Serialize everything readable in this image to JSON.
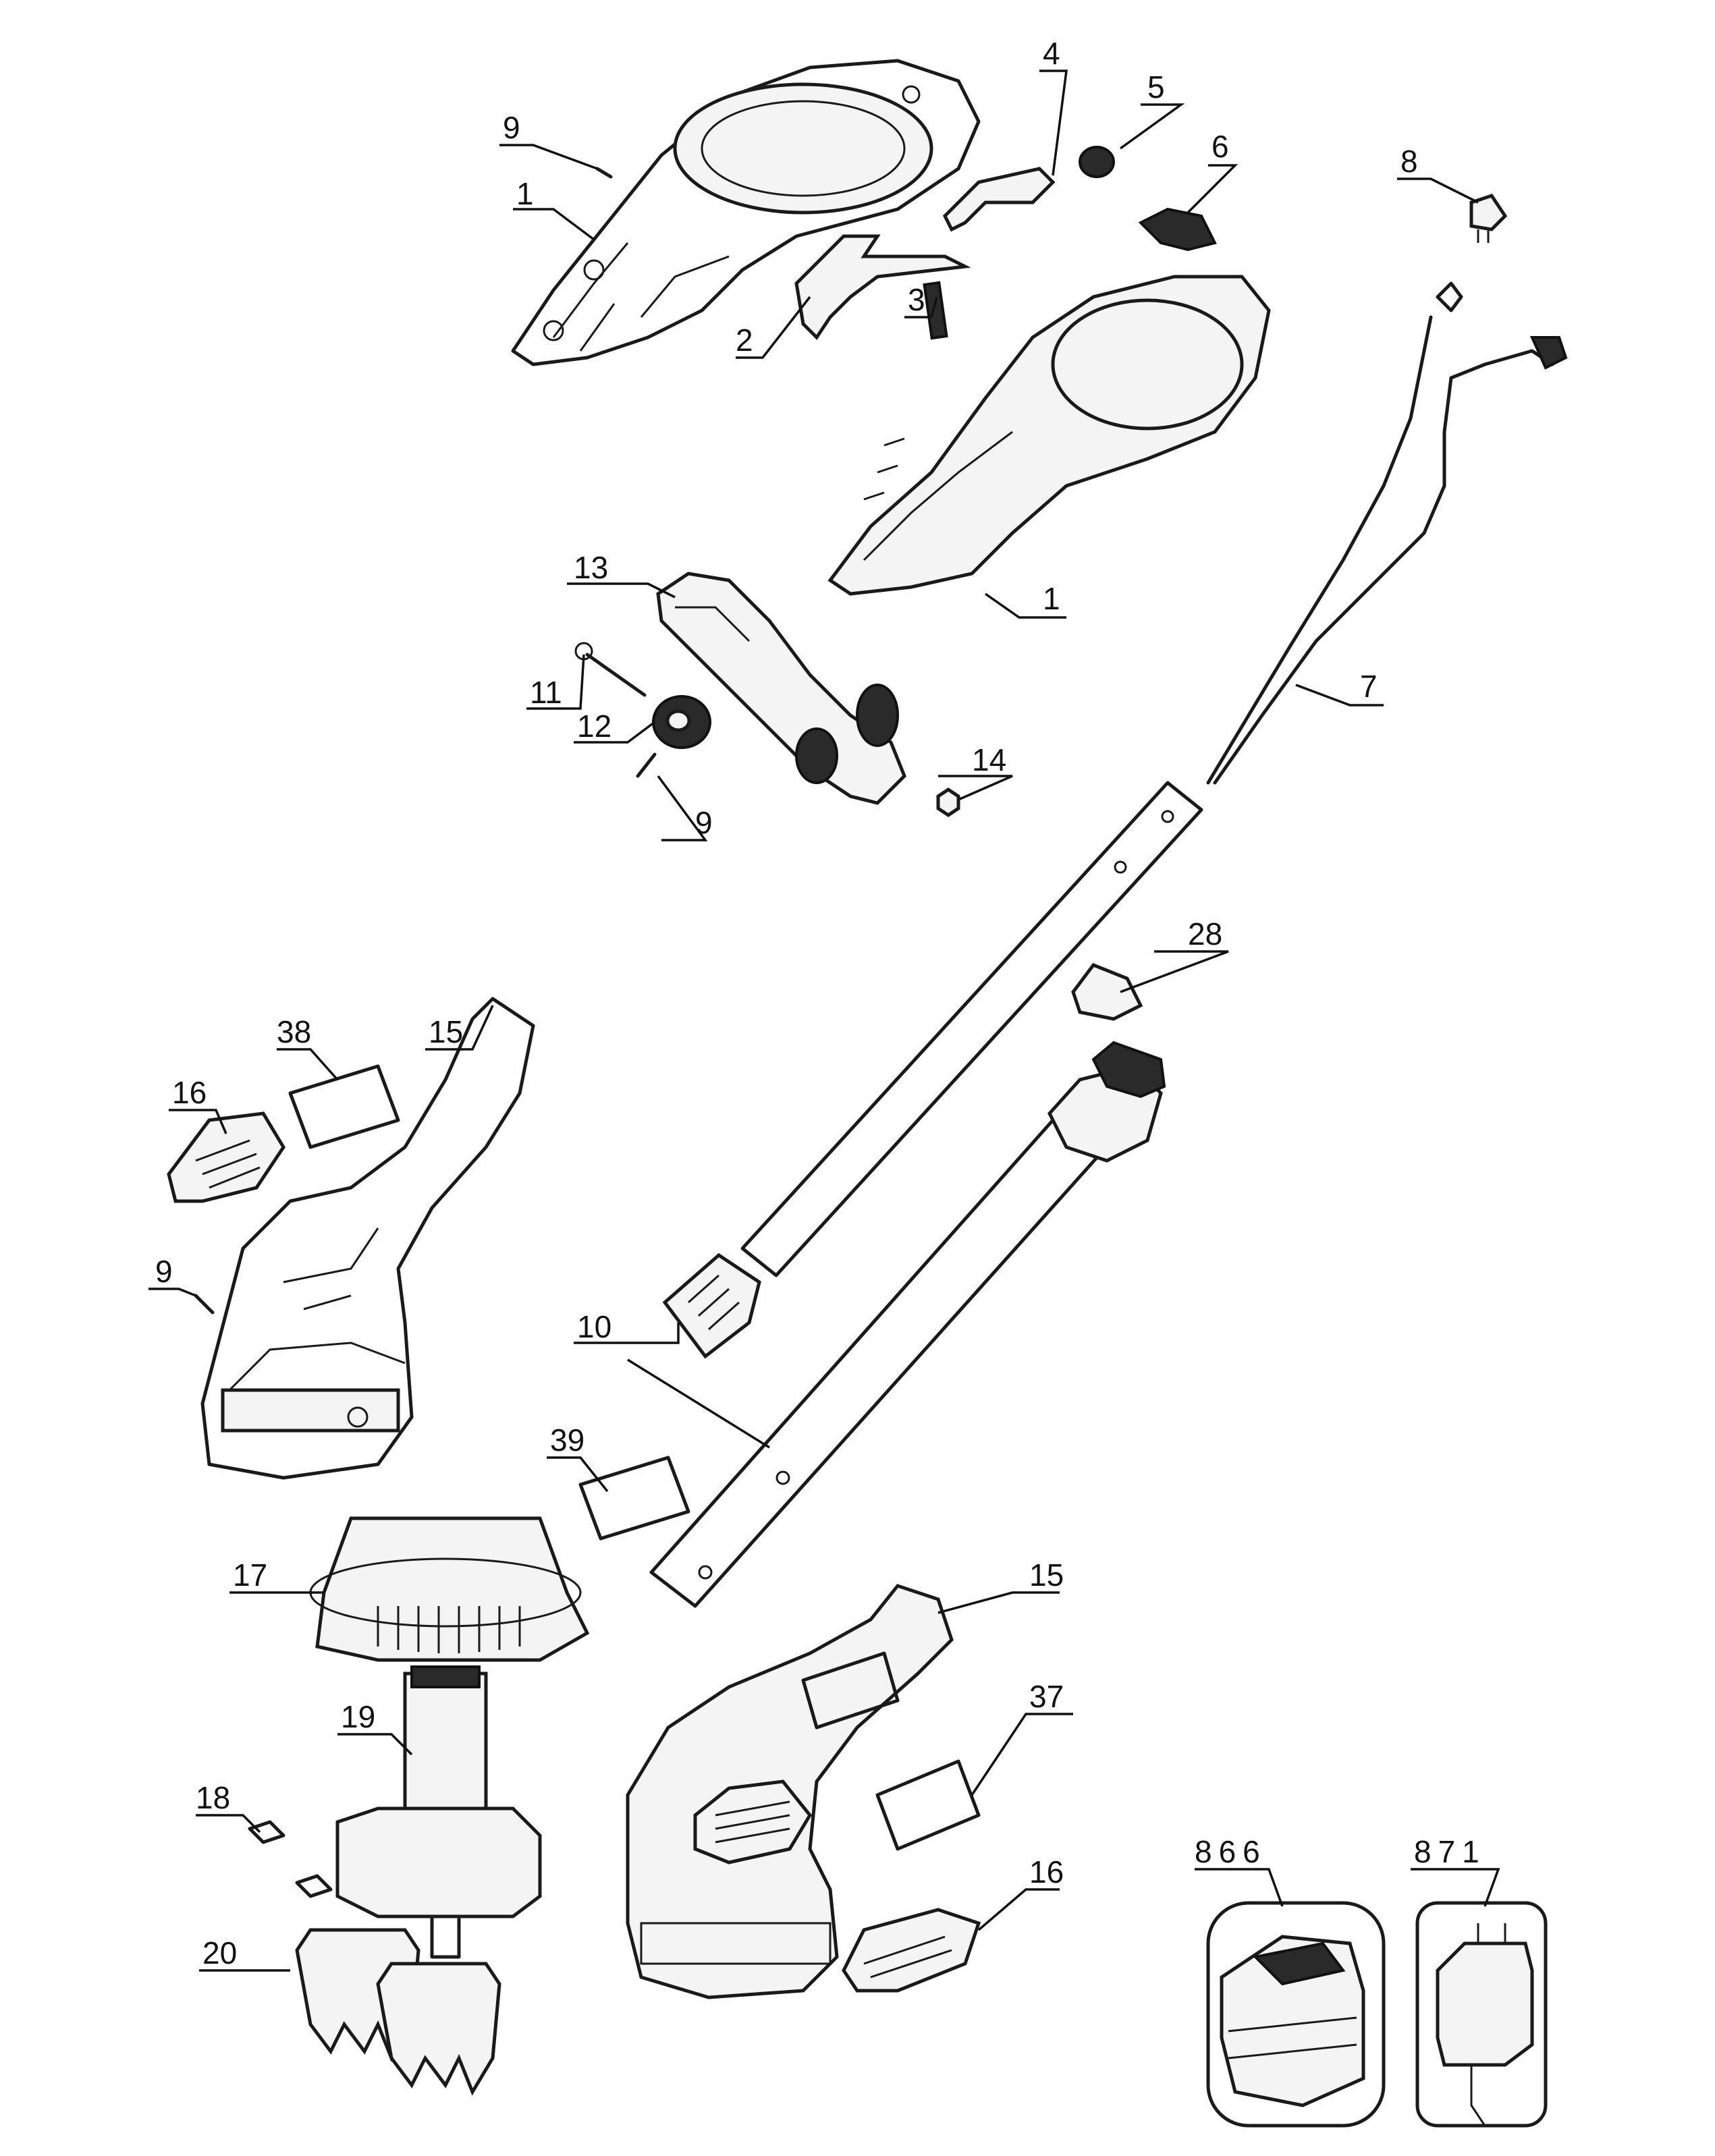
{
  "colors": {
    "ink": "#1a1a1a",
    "paper": "#ffffff"
  },
  "callouts": [
    {
      "id": "c1a",
      "label": "1"
    },
    {
      "id": "c1b",
      "label": "1"
    },
    {
      "id": "c2",
      "label": "2"
    },
    {
      "id": "c3",
      "label": "3"
    },
    {
      "id": "c4",
      "label": "4"
    },
    {
      "id": "c5",
      "label": "5"
    },
    {
      "id": "c6",
      "label": "6"
    },
    {
      "id": "c7",
      "label": "7"
    },
    {
      "id": "c8",
      "label": "8"
    },
    {
      "id": "c9a",
      "label": "9"
    },
    {
      "id": "c9b",
      "label": "9"
    },
    {
      "id": "c9c",
      "label": "9"
    },
    {
      "id": "c10",
      "label": "10"
    },
    {
      "id": "c11",
      "label": "11"
    },
    {
      "id": "c12",
      "label": "12"
    },
    {
      "id": "c13",
      "label": "13"
    },
    {
      "id": "c14",
      "label": "14"
    },
    {
      "id": "c15a",
      "label": "15"
    },
    {
      "id": "c15b",
      "label": "15"
    },
    {
      "id": "c16a",
      "label": "16"
    },
    {
      "id": "c16b",
      "label": "16"
    },
    {
      "id": "c17",
      "label": "17"
    },
    {
      "id": "c18",
      "label": "18"
    },
    {
      "id": "c19",
      "label": "19"
    },
    {
      "id": "c20",
      "label": "20"
    },
    {
      "id": "c28",
      "label": "28"
    },
    {
      "id": "c37",
      "label": "37"
    },
    {
      "id": "c38",
      "label": "38"
    },
    {
      "id": "c39",
      "label": "39"
    },
    {
      "id": "c866",
      "label": "866"
    },
    {
      "id": "c871",
      "label": "871"
    }
  ]
}
